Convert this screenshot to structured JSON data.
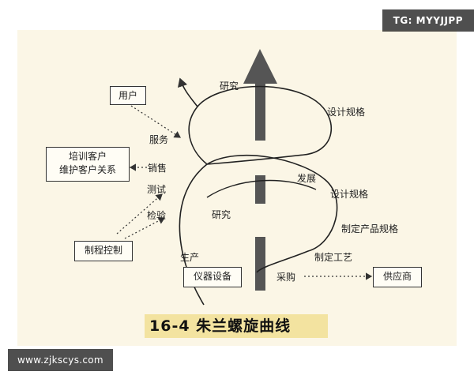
{
  "watermarks": {
    "top": "TG: MYYJJPP",
    "bottom": "www.zjkscys.com"
  },
  "caption": "16-4 朱兰螺旋曲线",
  "boxes": {
    "user": "用户",
    "training_line1": "培训客户",
    "training_line2": "维护客户关系",
    "process_control": "制程控制",
    "instruments": "仪器设备",
    "supplier": "供应商"
  },
  "stages_upper": {
    "research": "研究",
    "design_spec": "设计规格",
    "service": "服务",
    "sales": "销售"
  },
  "stages_lower": {
    "development": "发展",
    "design_spec": "设计规格",
    "research": "研究",
    "testing": "测试",
    "inspection": "检验",
    "product_spec": "制定产品规格",
    "production": "生产",
    "process": "制定工艺",
    "procurement": "采购"
  }
}
